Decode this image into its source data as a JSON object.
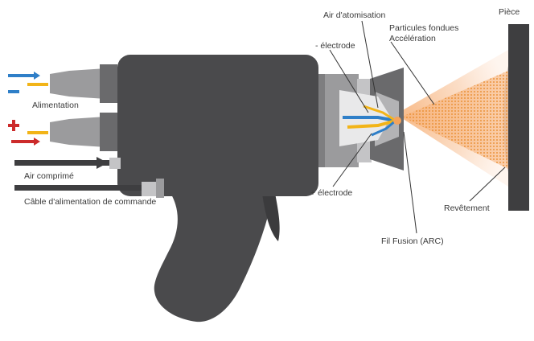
{
  "labels": {
    "piece": "Pièce",
    "air_atomisation": "Air d'atomisation",
    "particules_line1": "Particules fondues",
    "particules_line2": "Accélération",
    "electrode_neg": "- électrode",
    "electrode_pos": "+ électrode",
    "alimentation": "Alimentation",
    "air_comprime": "Air comprimé",
    "cable": "Câble d'alimentation de commande",
    "revetement": "Revêtement",
    "fil_fusion": "Fil Fusion (ARC)"
  },
  "colors": {
    "body": "#4a4a4c",
    "body_dark": "#3b3b3d",
    "metal": "#9b9b9d",
    "metal_light": "#c4c4c6",
    "nozzle": "#6a6a6c",
    "wire_blue": "#2f7fc8",
    "wire_yellow": "#f2b418",
    "arrow_red": "#cc2b2b",
    "spray": "#f3a35c",
    "substrate": "#3e3e40"
  },
  "icons": {
    "plus": "plus-sign-icon",
    "minus": "minus-sign-icon"
  }
}
